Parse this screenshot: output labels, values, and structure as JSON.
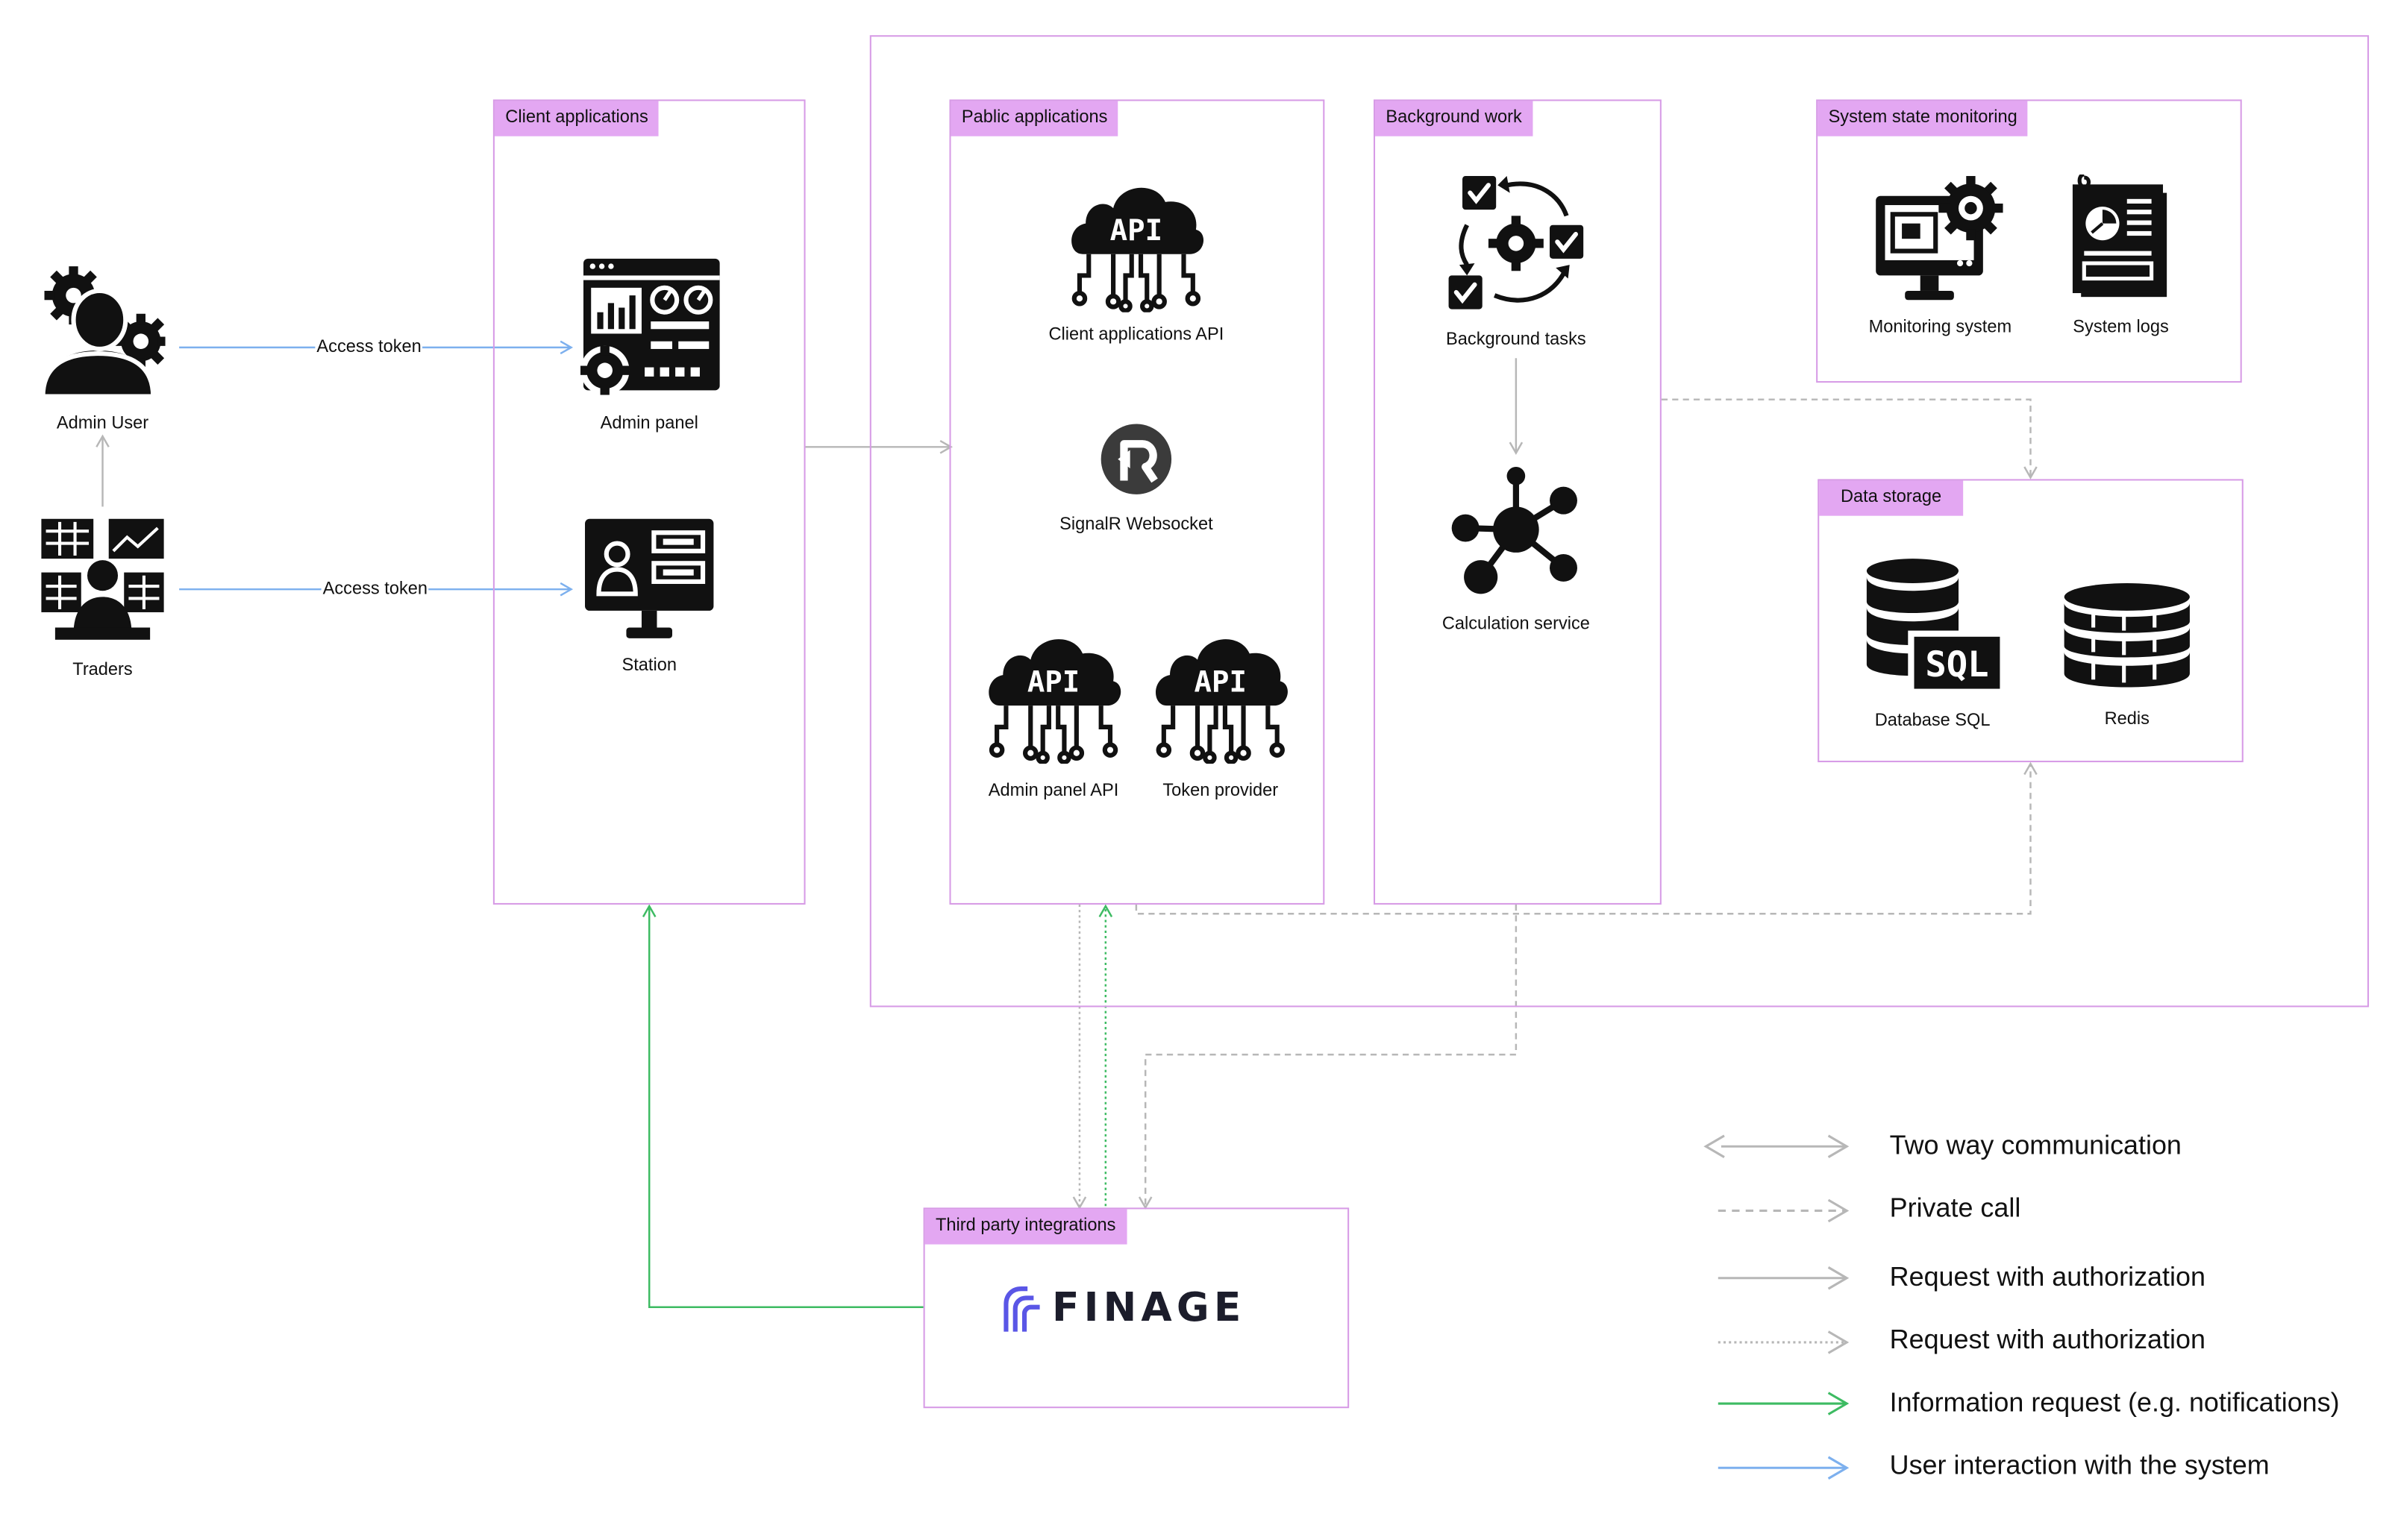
{
  "groups": {
    "client_applications": "Client applications",
    "pablic_applications": "Pablic applications",
    "background_work": "Background work",
    "system_state_monitoring": "System state monitoring",
    "data_storage": "Data storage",
    "third_party_integrations": "Third party integrations"
  },
  "actors": {
    "admin_user": "Admin User",
    "traders": "Traders"
  },
  "components": {
    "admin_panel": "Admin panel",
    "station": "Station",
    "client_applications_api": "Client applications API",
    "signalr_websocket": "SignalR Websocket",
    "admin_panel_api": "Admin panel API",
    "token_provider": "Token provider",
    "background_tasks": "Background tasks",
    "calculation_service": "Calculation service",
    "monitoring_system": "Monitoring system",
    "system_logs": "System logs",
    "database_sql": "Database SQL",
    "redis": "Redis"
  },
  "icon_text": {
    "api": "API",
    "sql": "SQL"
  },
  "edges": {
    "access_token_admin": "Access token",
    "access_token_traders": "Access token"
  },
  "integration": {
    "finage_logo": "FINAGE"
  },
  "legend": [
    {
      "style": "two-way",
      "text": "Two way communication"
    },
    {
      "style": "dashed",
      "text": "Private call"
    },
    {
      "style": "solid-gray",
      "text": "Request with authorization"
    },
    {
      "style": "dotted",
      "text": "Request with authorization"
    },
    {
      "style": "green",
      "text": "Information request (e.g. notifications)"
    },
    {
      "style": "blue",
      "text": "User interaction with the system"
    }
  ],
  "colors": {
    "box_border": "#d79be6",
    "tag_fill": "#e3a7f2",
    "gray_arrow": "#b7b7b7",
    "green_arrow": "#3dbb62",
    "blue_arrow": "#7db0ee",
    "finage_mark": "#5a56e6"
  },
  "icons": [
    "admin-user-gear-icon",
    "traders-workstation-icon",
    "admin-panel-dashboard-icon",
    "station-monitor-icon",
    "api-cloud-icon",
    "signalr-logo-icon",
    "background-tasks-cycle-icon",
    "calculation-network-icon",
    "monitoring-system-icon",
    "system-logs-icon",
    "database-sql-icon",
    "redis-database-icon",
    "finage-logo-icon"
  ]
}
